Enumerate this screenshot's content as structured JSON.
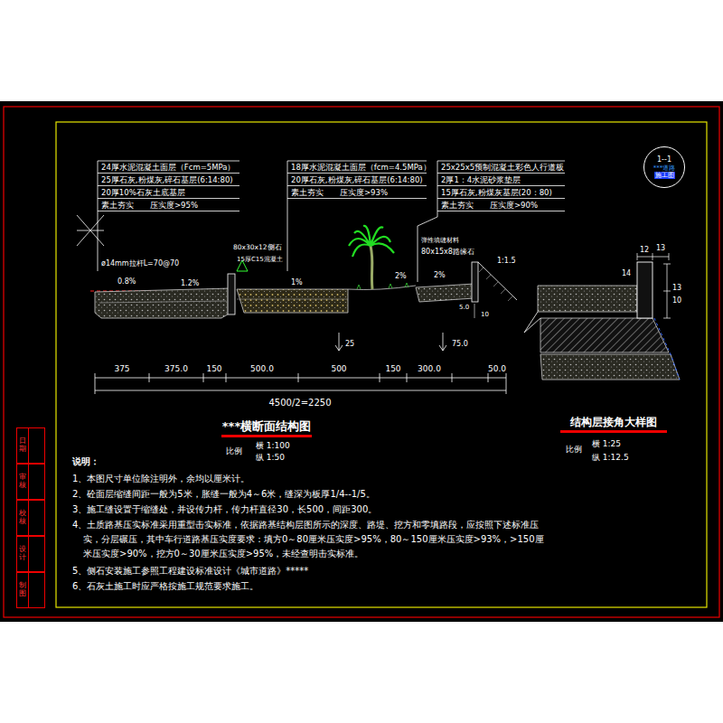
{
  "diagram": {
    "nodes": [
      {
        "text": [
          "1--1",
          "***道路",
          "施工图"
        ]
      },
      {
        "text": [
          "日期"
        ]
      },
      {
        "text": [
          "审核"
        ]
      },
      {
        "text": [
          "校核"
        ]
      },
      {
        "text": [
          "设计"
        ]
      },
      {
        "text": [
          "制图"
        ]
      }
    ],
    "labels": [
      "24厚水泥混凝土面层（Fcm=5MPa）",
      "25厚石灰,粉煤灰,碎石基层(6:14:80)",
      "20厚10%石灰土底基层",
      "素土夯实　　压实度>95%",
      "18厚水泥混凝土面层（fcm=4.5MPa）",
      "20厚石灰,粉煤灰,碎石基层(6:14:80)",
      "素土夯实　　压实度>93%",
      "25x25x5预制混凝土彩色人行道板",
      "2厚1：4水泥砂浆垫层",
      "15厚石灰,粉煤灰基层(20：80)",
      "素土夯实　　压实度>90%",
      "ø14mm拉杆L=70@70",
      "0.8%",
      "1.2%",
      "80x30x12侧石",
      "15厚C15混凝土",
      "1%",
      "2%",
      "弹性填缝材料",
      "80x15x8路缘石",
      "2%",
      "1:1.5",
      "5.0",
      "10",
      "25",
      "75.0",
      "375",
      "375.0",
      "150",
      "500.0",
      "500",
      "150",
      "300.0",
      "50.0",
      "4500/2=2250",
      "***横断面结构图",
      "比例",
      "横 1:100",
      "纵 1:50",
      "结构层接角大样图",
      "比例",
      "横 1:25",
      "纵 1:12.5",
      "12",
      "13",
      "14",
      "13",
      "10",
      "说明：",
      "1、本图尺寸单位除注明外，余均以厘米计。",
      "2、砼面层缩缝间距一般为5米，胀缝一般为4～6米，缝深为板厚1/4--1/5。",
      "3、施工缝设置于缩缝处，并设传力杆，传力杆直径30，长500，间距300。",
      "4、土质路基压实标准采用重型击实标准，依据路基结构层图所示的深度、路堤、挖方和零填路段，应按照下述标准压实，分层碾压，其中车行道路基压实度要求：填方0～80厘米压实度>95%，80～150厘米压实度>93%，>150厘米压实度>90%，挖方0～30厘米压实度>95%，未经查明击实标准。",
      "5、侧石安装施工参照工程建设标准设计《城市道路》*****",
      "6、石灰土施工时应严格按施工规范要求施工。"
    ]
  }
}
